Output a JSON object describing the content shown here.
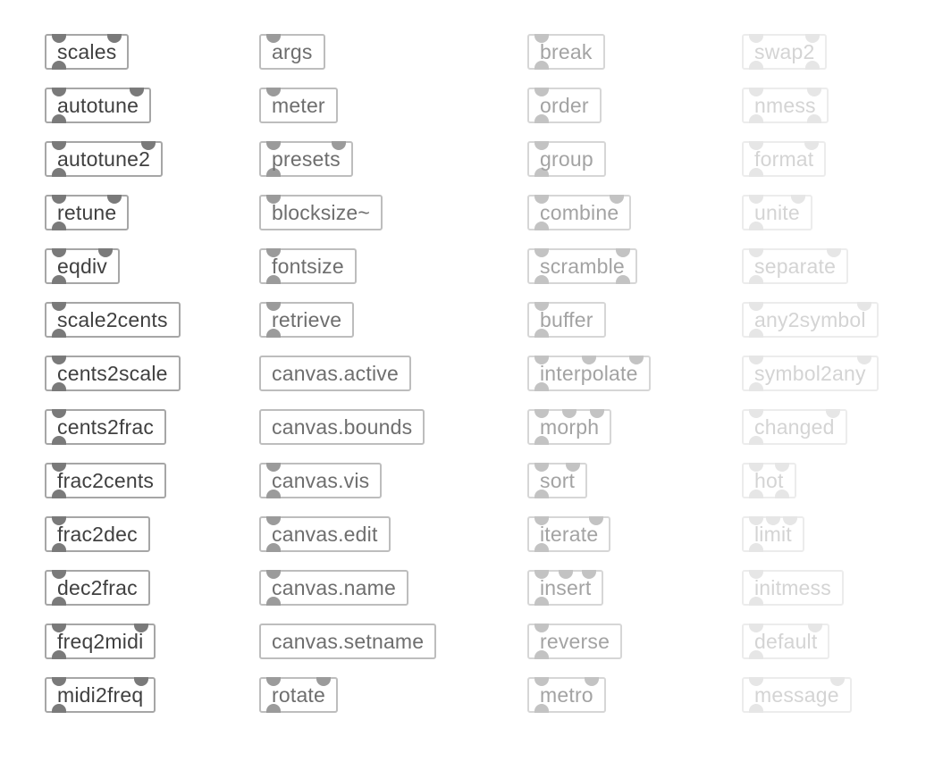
{
  "columns": [
    {
      "id": "col1",
      "text_color": "#404040",
      "border_color": "#a6a6a6",
      "port_color": "#7a7a7a",
      "objects": [
        {
          "label": "scales",
          "inlets": 2,
          "outlets": 1
        },
        {
          "label": "autotune",
          "inlets": 2,
          "outlets": 1
        },
        {
          "label": "autotune2",
          "inlets": 2,
          "outlets": 1
        },
        {
          "label": "retune",
          "inlets": 2,
          "outlets": 1
        },
        {
          "label": "eqdiv",
          "inlets": 2,
          "outlets": 1
        },
        {
          "label": "scale2cents",
          "inlets": 1,
          "outlets": 1
        },
        {
          "label": "cents2scale",
          "inlets": 1,
          "outlets": 1
        },
        {
          "label": "cents2frac",
          "inlets": 1,
          "outlets": 1
        },
        {
          "label": "frac2cents",
          "inlets": 1,
          "outlets": 1
        },
        {
          "label": "frac2dec",
          "inlets": 1,
          "outlets": 1
        },
        {
          "label": "dec2frac",
          "inlets": 1,
          "outlets": 1
        },
        {
          "label": "freq2midi",
          "inlets": 2,
          "outlets": 1
        },
        {
          "label": "midi2freq",
          "inlets": 2,
          "outlets": 1
        }
      ]
    },
    {
      "id": "col2",
      "text_color": "#6e6e6e",
      "border_color": "#bdbdbd",
      "port_color": "#9b9b9b",
      "objects": [
        {
          "label": "args",
          "inlets": 1,
          "outlets": 0
        },
        {
          "label": "meter",
          "inlets": 1,
          "outlets": 0
        },
        {
          "label": "presets",
          "inlets": 2,
          "outlets": 1
        },
        {
          "label": "blocksize~",
          "inlets": 1,
          "outlets": 0
        },
        {
          "label": "fontsize",
          "inlets": 1,
          "outlets": 1
        },
        {
          "label": "retrieve",
          "inlets": 1,
          "outlets": 1
        },
        {
          "label": "canvas.active",
          "inlets": 0,
          "outlets": 0
        },
        {
          "label": "canvas.bounds",
          "inlets": 0,
          "outlets": 0
        },
        {
          "label": "canvas.vis",
          "inlets": 1,
          "outlets": 1
        },
        {
          "label": "canvas.edit",
          "inlets": 1,
          "outlets": 1
        },
        {
          "label": "canvas.name",
          "inlets": 1,
          "outlets": 1
        },
        {
          "label": "canvas.setname",
          "inlets": 0,
          "outlets": 0
        },
        {
          "label": "rotate",
          "inlets": 2,
          "outlets": 1
        }
      ]
    },
    {
      "id": "col3",
      "text_color": "#a3a3a3",
      "border_color": "#d6d6d6",
      "port_color": "#c3c3c3",
      "objects": [
        {
          "label": "break",
          "inlets": 1,
          "outlets": 1
        },
        {
          "label": "order",
          "inlets": 1,
          "outlets": 1
        },
        {
          "label": "group",
          "inlets": 1,
          "outlets": 1
        },
        {
          "label": "combine",
          "inlets": 2,
          "outlets": 1
        },
        {
          "label": "scramble",
          "inlets": 2,
          "outlets": 2
        },
        {
          "label": "buffer",
          "inlets": 1,
          "outlets": 1
        },
        {
          "label": "interpolate",
          "inlets": 3,
          "outlets": 1
        },
        {
          "label": "morph",
          "inlets": 3,
          "outlets": 1
        },
        {
          "label": "sort",
          "inlets": 2,
          "outlets": 1
        },
        {
          "label": "iterate",
          "inlets": 2,
          "outlets": 1
        },
        {
          "label": "insert",
          "inlets": 3,
          "outlets": 1
        },
        {
          "label": "reverse",
          "inlets": 1,
          "outlets": 1
        },
        {
          "label": "metro",
          "inlets": 2,
          "outlets": 1
        }
      ]
    },
    {
      "id": "col4",
      "text_color": "#d4d4d4",
      "border_color": "#ececec",
      "port_color": "#e6e6e6",
      "objects": [
        {
          "label": "swap2",
          "inlets": 2,
          "outlets": 2
        },
        {
          "label": "nmess",
          "inlets": 2,
          "outlets": 2
        },
        {
          "label": "format",
          "inlets": 2,
          "outlets": 1
        },
        {
          "label": "unite",
          "inlets": 2,
          "outlets": 1
        },
        {
          "label": "separate",
          "inlets": 2,
          "outlets": 1
        },
        {
          "label": "any2symbol",
          "inlets": 2,
          "outlets": 1
        },
        {
          "label": "symbol2any",
          "inlets": 2,
          "outlets": 1
        },
        {
          "label": "changed",
          "inlets": 2,
          "outlets": 1
        },
        {
          "label": "hot",
          "inlets": 2,
          "outlets": 2
        },
        {
          "label": "limit",
          "inlets": 3,
          "outlets": 1
        },
        {
          "label": "initmess",
          "inlets": 1,
          "outlets": 1
        },
        {
          "label": "default",
          "inlets": 2,
          "outlets": 1
        },
        {
          "label": "message",
          "inlets": 2,
          "outlets": 1
        }
      ]
    }
  ]
}
